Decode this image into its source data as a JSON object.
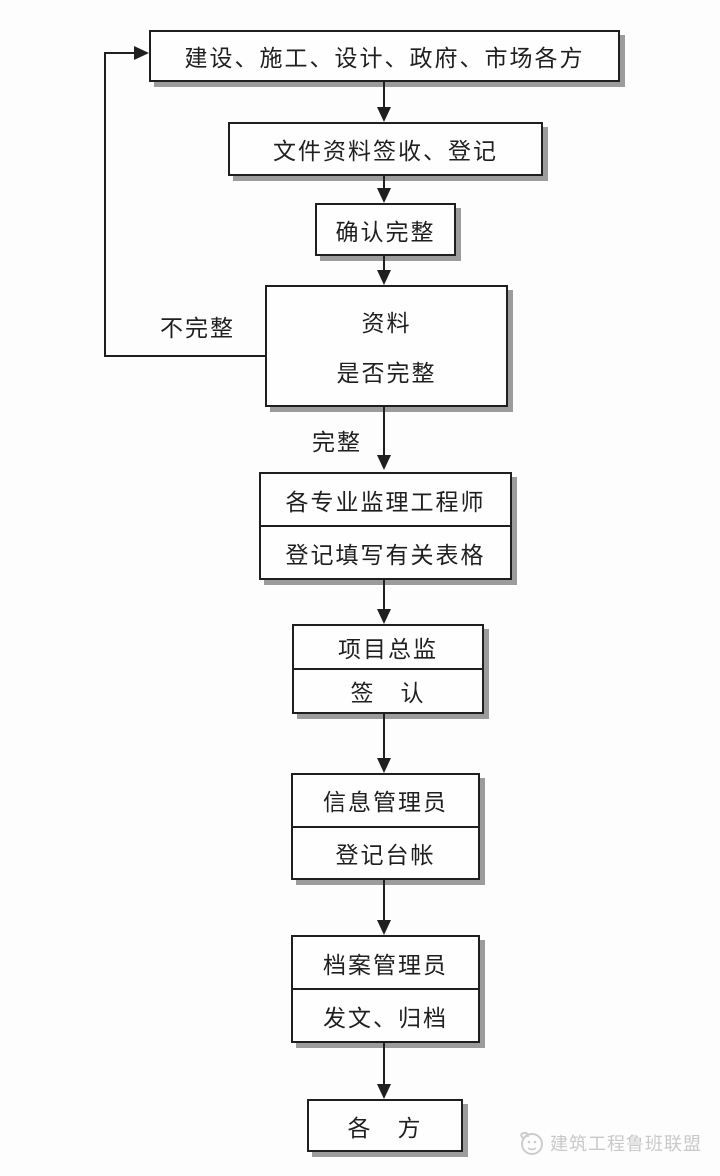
{
  "flow": {
    "boxes": [
      {
        "id": "parties-source",
        "label": "建设、施工、设计、政府、市场各方"
      },
      {
        "id": "sign-register",
        "label": "文件资料签收、登记"
      },
      {
        "id": "confirm-complete",
        "label": "确认完整"
      },
      {
        "id": "completeness-check",
        "lines": [
          "资料",
          "是否完整"
        ]
      },
      {
        "id": "supervision-engineers",
        "rows": [
          "各专业监理工程师",
          "登记填写有关表格"
        ]
      },
      {
        "id": "chief-supervisor",
        "rows": [
          "项目总监",
          "签　认"
        ]
      },
      {
        "id": "information-manager",
        "rows": [
          "信息管理员",
          "登记台帐"
        ]
      },
      {
        "id": "archive-manager",
        "rows": [
          "档案管理员",
          "发文、归档"
        ]
      },
      {
        "id": "all-parties",
        "label": "各　方"
      }
    ],
    "labels": {
      "incomplete": "不完整",
      "complete": "完整"
    }
  },
  "watermark": {
    "text": "建筑工程鲁班联盟"
  },
  "colors": {
    "line": "#1f1f1f",
    "shadow": "#9c9c9c",
    "text": "#1f1f1f",
    "watermark": "#c9c9c9",
    "background": "#fdfdfd"
  }
}
